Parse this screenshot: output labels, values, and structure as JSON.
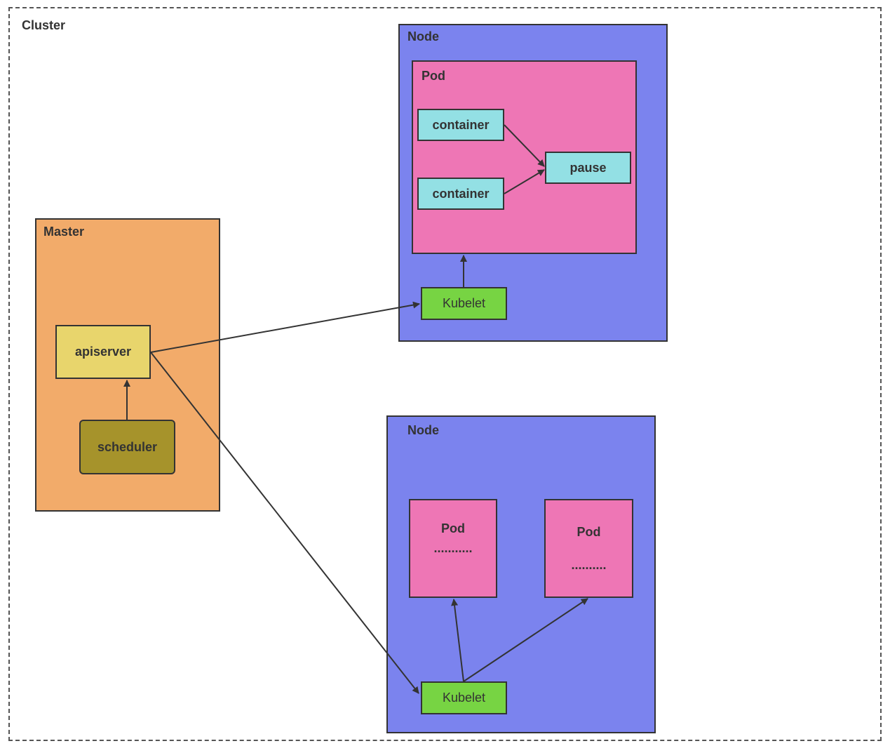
{
  "cluster": {
    "label": "Cluster"
  },
  "master": {
    "label": "Master",
    "apiserver": "apiserver",
    "scheduler": "scheduler"
  },
  "node1": {
    "label": "Node",
    "pod": {
      "label": "Pod",
      "containers": [
        "container",
        "container"
      ],
      "pause": "pause"
    },
    "kubelet": "Kubelet"
  },
  "node2": {
    "label": "Node",
    "pods": [
      {
        "label": "Pod",
        "content": "..........."
      },
      {
        "label": "Pod",
        "content": ".........."
      }
    ],
    "kubelet": "Kubelet"
  },
  "colors": {
    "master": "#f2ab6a",
    "node": "#7b83ee",
    "pod": "#ee76b5",
    "container": "#93e0e4",
    "kubelet": "#77d443",
    "apiserver": "#e8d56c",
    "scheduler": "#a6932b"
  }
}
